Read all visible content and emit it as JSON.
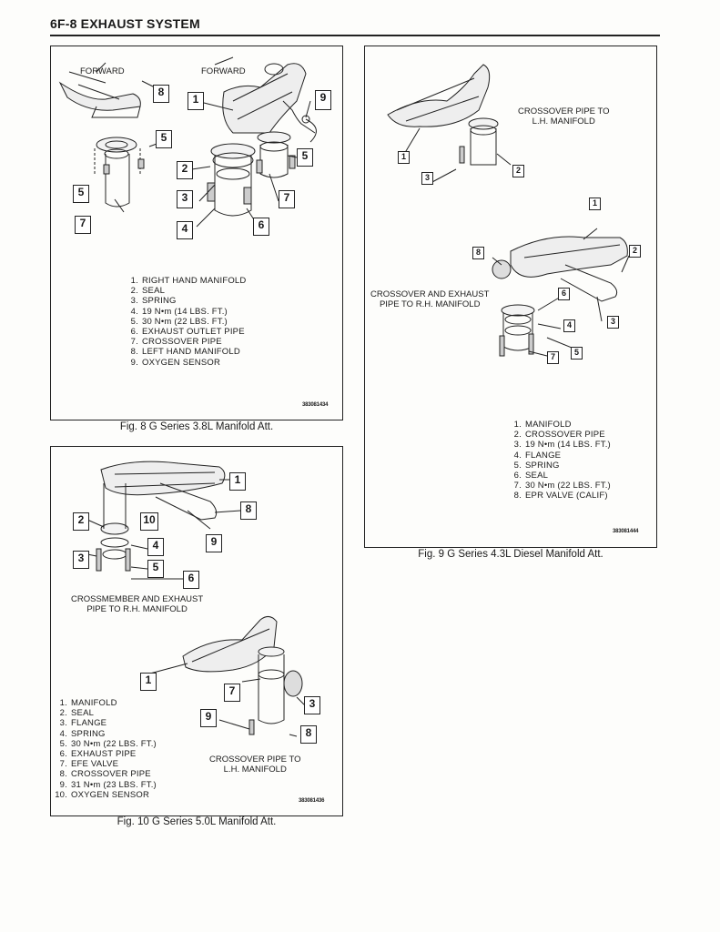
{
  "header": {
    "title": "6F-8  EXHAUST SYSTEM"
  },
  "fig8": {
    "caption": "Fig. 8 G Series 3.8L Manifold Att.",
    "code": "383081434",
    "forward_labels": [
      "FORWARD",
      "FORWARD"
    ],
    "callouts": [
      "8",
      "1",
      "9",
      "5",
      "2",
      "5",
      "5",
      "3",
      "7",
      "7",
      "4",
      "6"
    ],
    "legend": [
      {
        "n": "1.",
        "t": "RIGHT HAND MANIFOLD"
      },
      {
        "n": "2.",
        "t": "SEAL"
      },
      {
        "n": "3.",
        "t": "SPRING"
      },
      {
        "n": "4.",
        "t": "19 N•m (14 LBS. FT.)"
      },
      {
        "n": "5.",
        "t": "30 N•m (22 LBS. FT.)"
      },
      {
        "n": "6.",
        "t": "EXHAUST OUTLET PIPE"
      },
      {
        "n": "7.",
        "t": "CROSSOVER PIPE"
      },
      {
        "n": "8.",
        "t": "LEFT HAND MANIFOLD"
      },
      {
        "n": "9.",
        "t": "OXYGEN SENSOR"
      }
    ]
  },
  "fig9": {
    "caption": "Fig. 9 G Series 4.3L Diesel Manifold Att.",
    "code": "383081444",
    "label_top": "CROSSOVER PIPE TO\nL.H. MANIFOLD",
    "label_mid": "CROSSOVER AND EXHAUST\nPIPE TO R.H. MANIFOLD",
    "callouts": [
      "1",
      "3",
      "2",
      "1",
      "2",
      "8",
      "6",
      "4",
      "3",
      "5",
      "7"
    ],
    "legend": [
      {
        "n": "1.",
        "t": "MANIFOLD"
      },
      {
        "n": "2.",
        "t": "CROSSOVER PIPE"
      },
      {
        "n": "3.",
        "t": "19 N•m (14 LBS. FT.)"
      },
      {
        "n": "4.",
        "t": "FLANGE"
      },
      {
        "n": "5.",
        "t": "SPRING"
      },
      {
        "n": "6.",
        "t": "SEAL"
      },
      {
        "n": "7.",
        "t": "30 N•m (22 LBS. FT.)"
      },
      {
        "n": "8.",
        "t": "EPR VALVE (CALIF)"
      }
    ]
  },
  "fig10": {
    "caption": "Fig. 10 G Series 5.0L Manifold Att.",
    "code": "383081436",
    "label_mid": "CROSSMEMBER AND EXHAUST\nPIPE TO R.H. MANIFOLD",
    "label_bottom": "CROSSOVER PIPE TO\nL.H. MANIFOLD",
    "callouts": [
      "1",
      "8",
      "2",
      "10",
      "9",
      "4",
      "3",
      "5",
      "6",
      "1",
      "7",
      "3",
      "9",
      "8"
    ],
    "legend": [
      {
        "n": "1.",
        "t": "MANIFOLD"
      },
      {
        "n": "2.",
        "t": "SEAL"
      },
      {
        "n": "3.",
        "t": "FLANGE"
      },
      {
        "n": "4.",
        "t": "SPRING"
      },
      {
        "n": "5.",
        "t": "30 N•m (22 LBS. FT.)"
      },
      {
        "n": "6.",
        "t": "EXHAUST PIPE"
      },
      {
        "n": "7.",
        "t": "EFE VALVE"
      },
      {
        "n": "8.",
        "t": "CROSSOVER PIPE"
      },
      {
        "n": "9.",
        "t": "31 N•m (23 LBS. FT.)"
      },
      {
        "n": "10.",
        "t": "OXYGEN SENSOR"
      }
    ]
  }
}
